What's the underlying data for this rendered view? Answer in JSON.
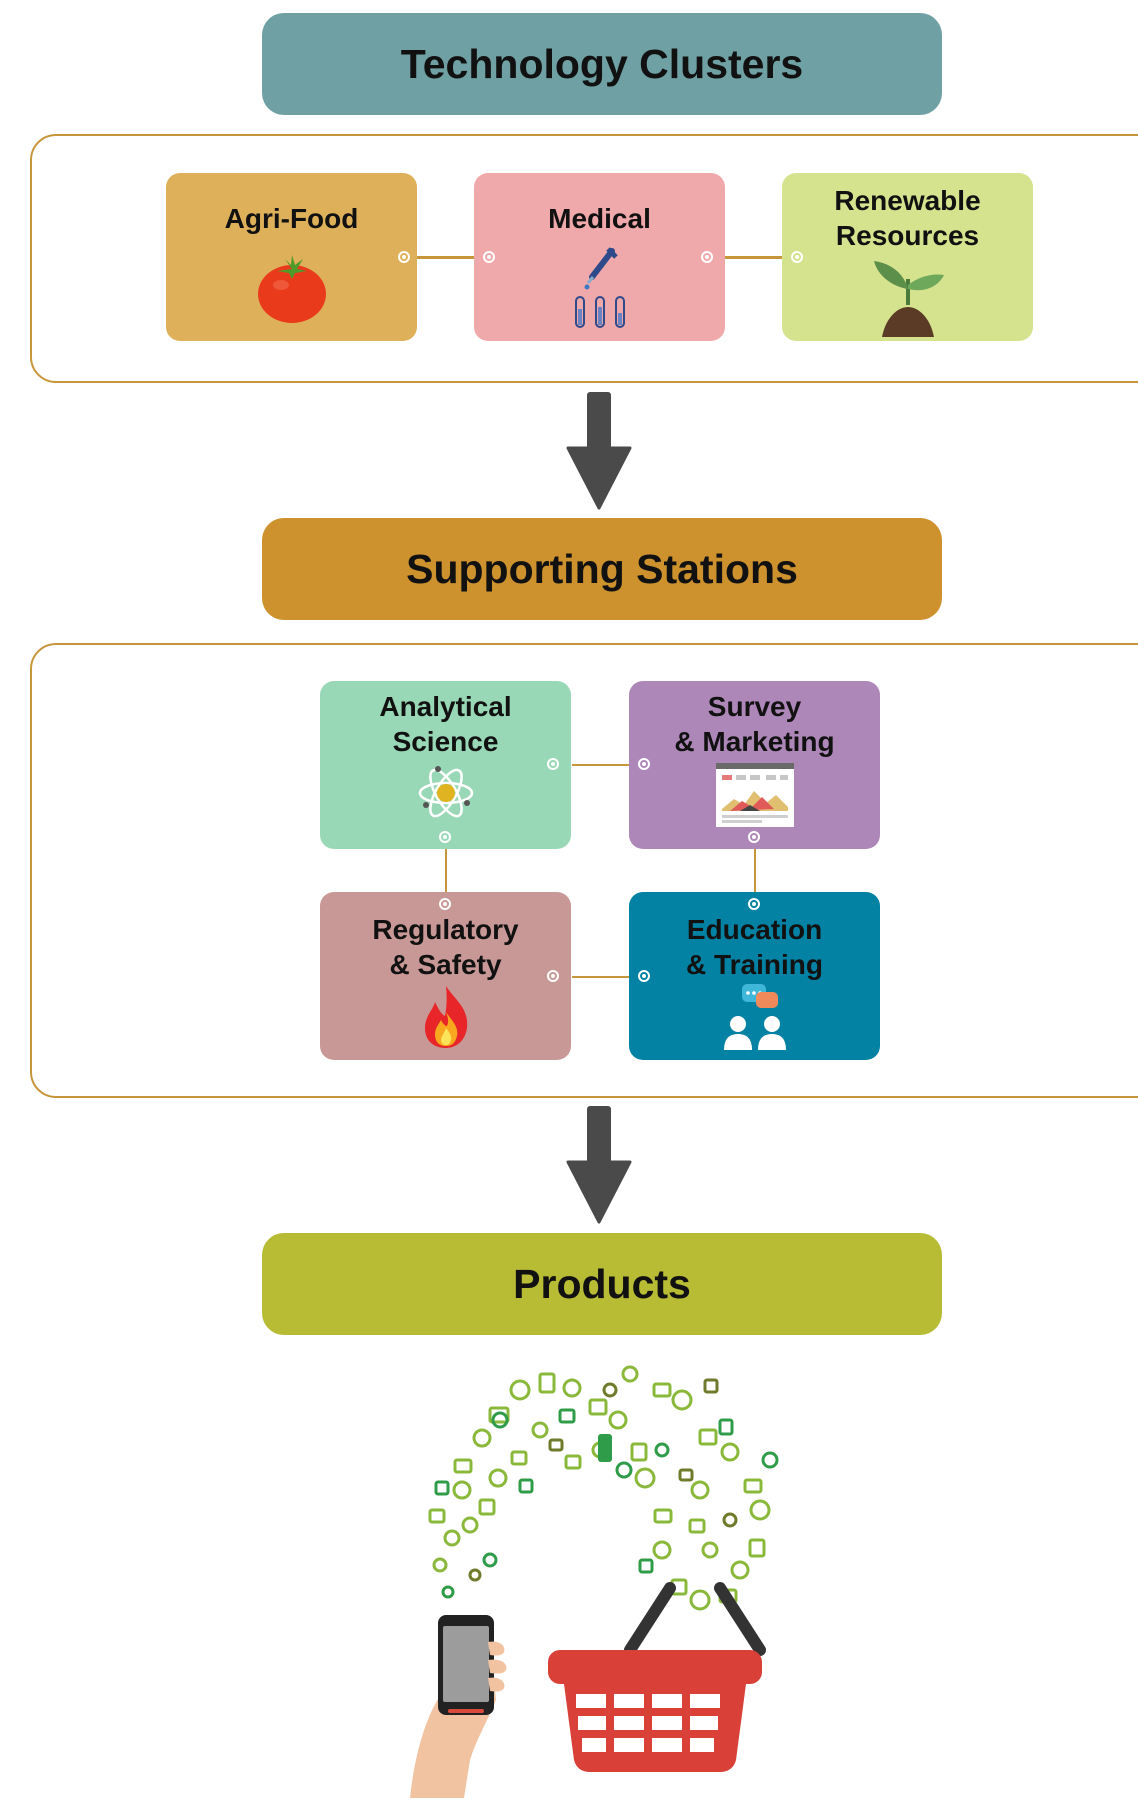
{
  "clusters": {
    "title": "Technology Clusters",
    "items": [
      {
        "line1": "Agri-Food",
        "line2": "",
        "icon": "tomato-icon"
      },
      {
        "line1": "Medical",
        "line2": "",
        "icon": "pipette-test-tubes-icon"
      },
      {
        "line1": "Renewable",
        "line2": "Resources",
        "icon": "seedling-icon"
      }
    ]
  },
  "stations": {
    "title": "Supporting Stations",
    "items": [
      {
        "line1": "Analytical",
        "line2": "Science",
        "icon": "atom-icon"
      },
      {
        "line1": "Survey",
        "line2": "& Marketing",
        "icon": "dashboard-chart-icon"
      },
      {
        "line1": "Regulatory",
        "line2": "& Safety",
        "icon": "fire-icon"
      },
      {
        "line1": "Education",
        "line2": "& Training",
        "icon": "people-chat-icon"
      }
    ]
  },
  "products": {
    "title": "Products",
    "illustration": "phone-to-shopping-basket-icon"
  },
  "colors": {
    "clusters_banner": "#6fa1a4",
    "stations_banner": "#cd922e",
    "products_banner": "#b8bb34",
    "agri_food": "#dfb05a",
    "medical": "#f0a9ab",
    "renewable": "#d5e28e",
    "analytical": "#99d8b6",
    "survey": "#ae87b9",
    "regulatory": "#c89896",
    "education": "#0382a3",
    "connector": "#c8963a",
    "arrow": "#4a4a4a"
  }
}
